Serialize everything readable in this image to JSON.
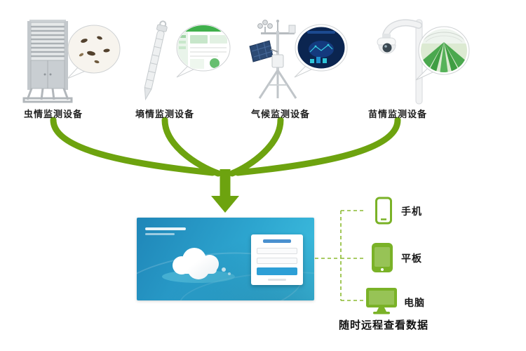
{
  "diagram": {
    "devices": [
      {
        "label": "虫情监测设备",
        "icon": "insect-trap-icon"
      },
      {
        "label": "墒情监测设备",
        "icon": "soil-probe-icon"
      },
      {
        "label": "气候监测设备",
        "icon": "weather-station-icon"
      },
      {
        "label": "苗情监测设备",
        "icon": "dome-camera-icon"
      }
    ],
    "terminals": [
      {
        "label": "手机",
        "icon": "phone-icon"
      },
      {
        "label": "平板",
        "icon": "tablet-icon"
      },
      {
        "label": "电脑",
        "icon": "desktop-icon"
      }
    ],
    "caption": "随时远程查看数据",
    "colors": {
      "line_green": "#6da30f",
      "icon_green": "#7ab227",
      "platform_blue": "#2da5cf",
      "login_button_blue": "#2d9fd6"
    }
  }
}
